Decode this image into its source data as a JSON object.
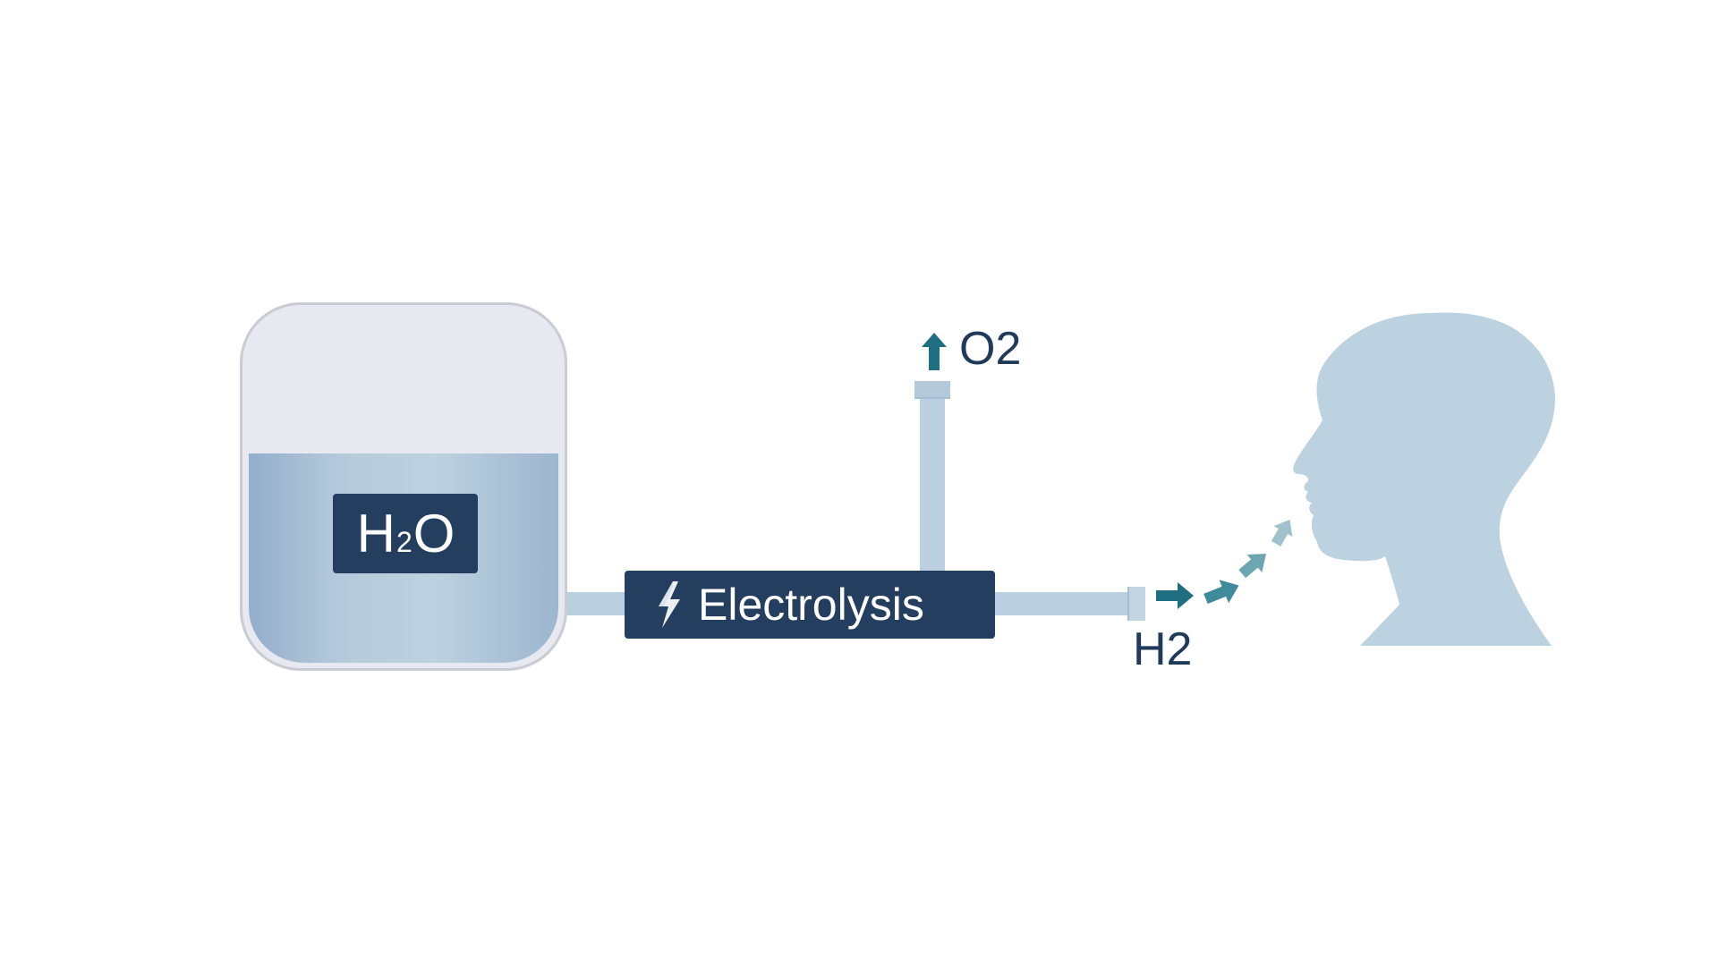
{
  "diagram": {
    "water_label": {
      "main": "H",
      "subscript": "2",
      "tail": "O"
    },
    "process_label": "Electrolysis",
    "oxygen_label": "O2",
    "hydrogen_label": "H2",
    "icons": [
      "lightning-bolt-icon",
      "arrow-up-icon",
      "arrow-right-icon",
      "head-silhouette-icon"
    ],
    "colors": {
      "dark_navy": "#233e5f",
      "pipe": "#bacfdf",
      "tank_air": "#e7e8f0",
      "water": "#b6cadb",
      "arrow_teal": "#1f6e82",
      "head": "#bcd2e0"
    }
  }
}
